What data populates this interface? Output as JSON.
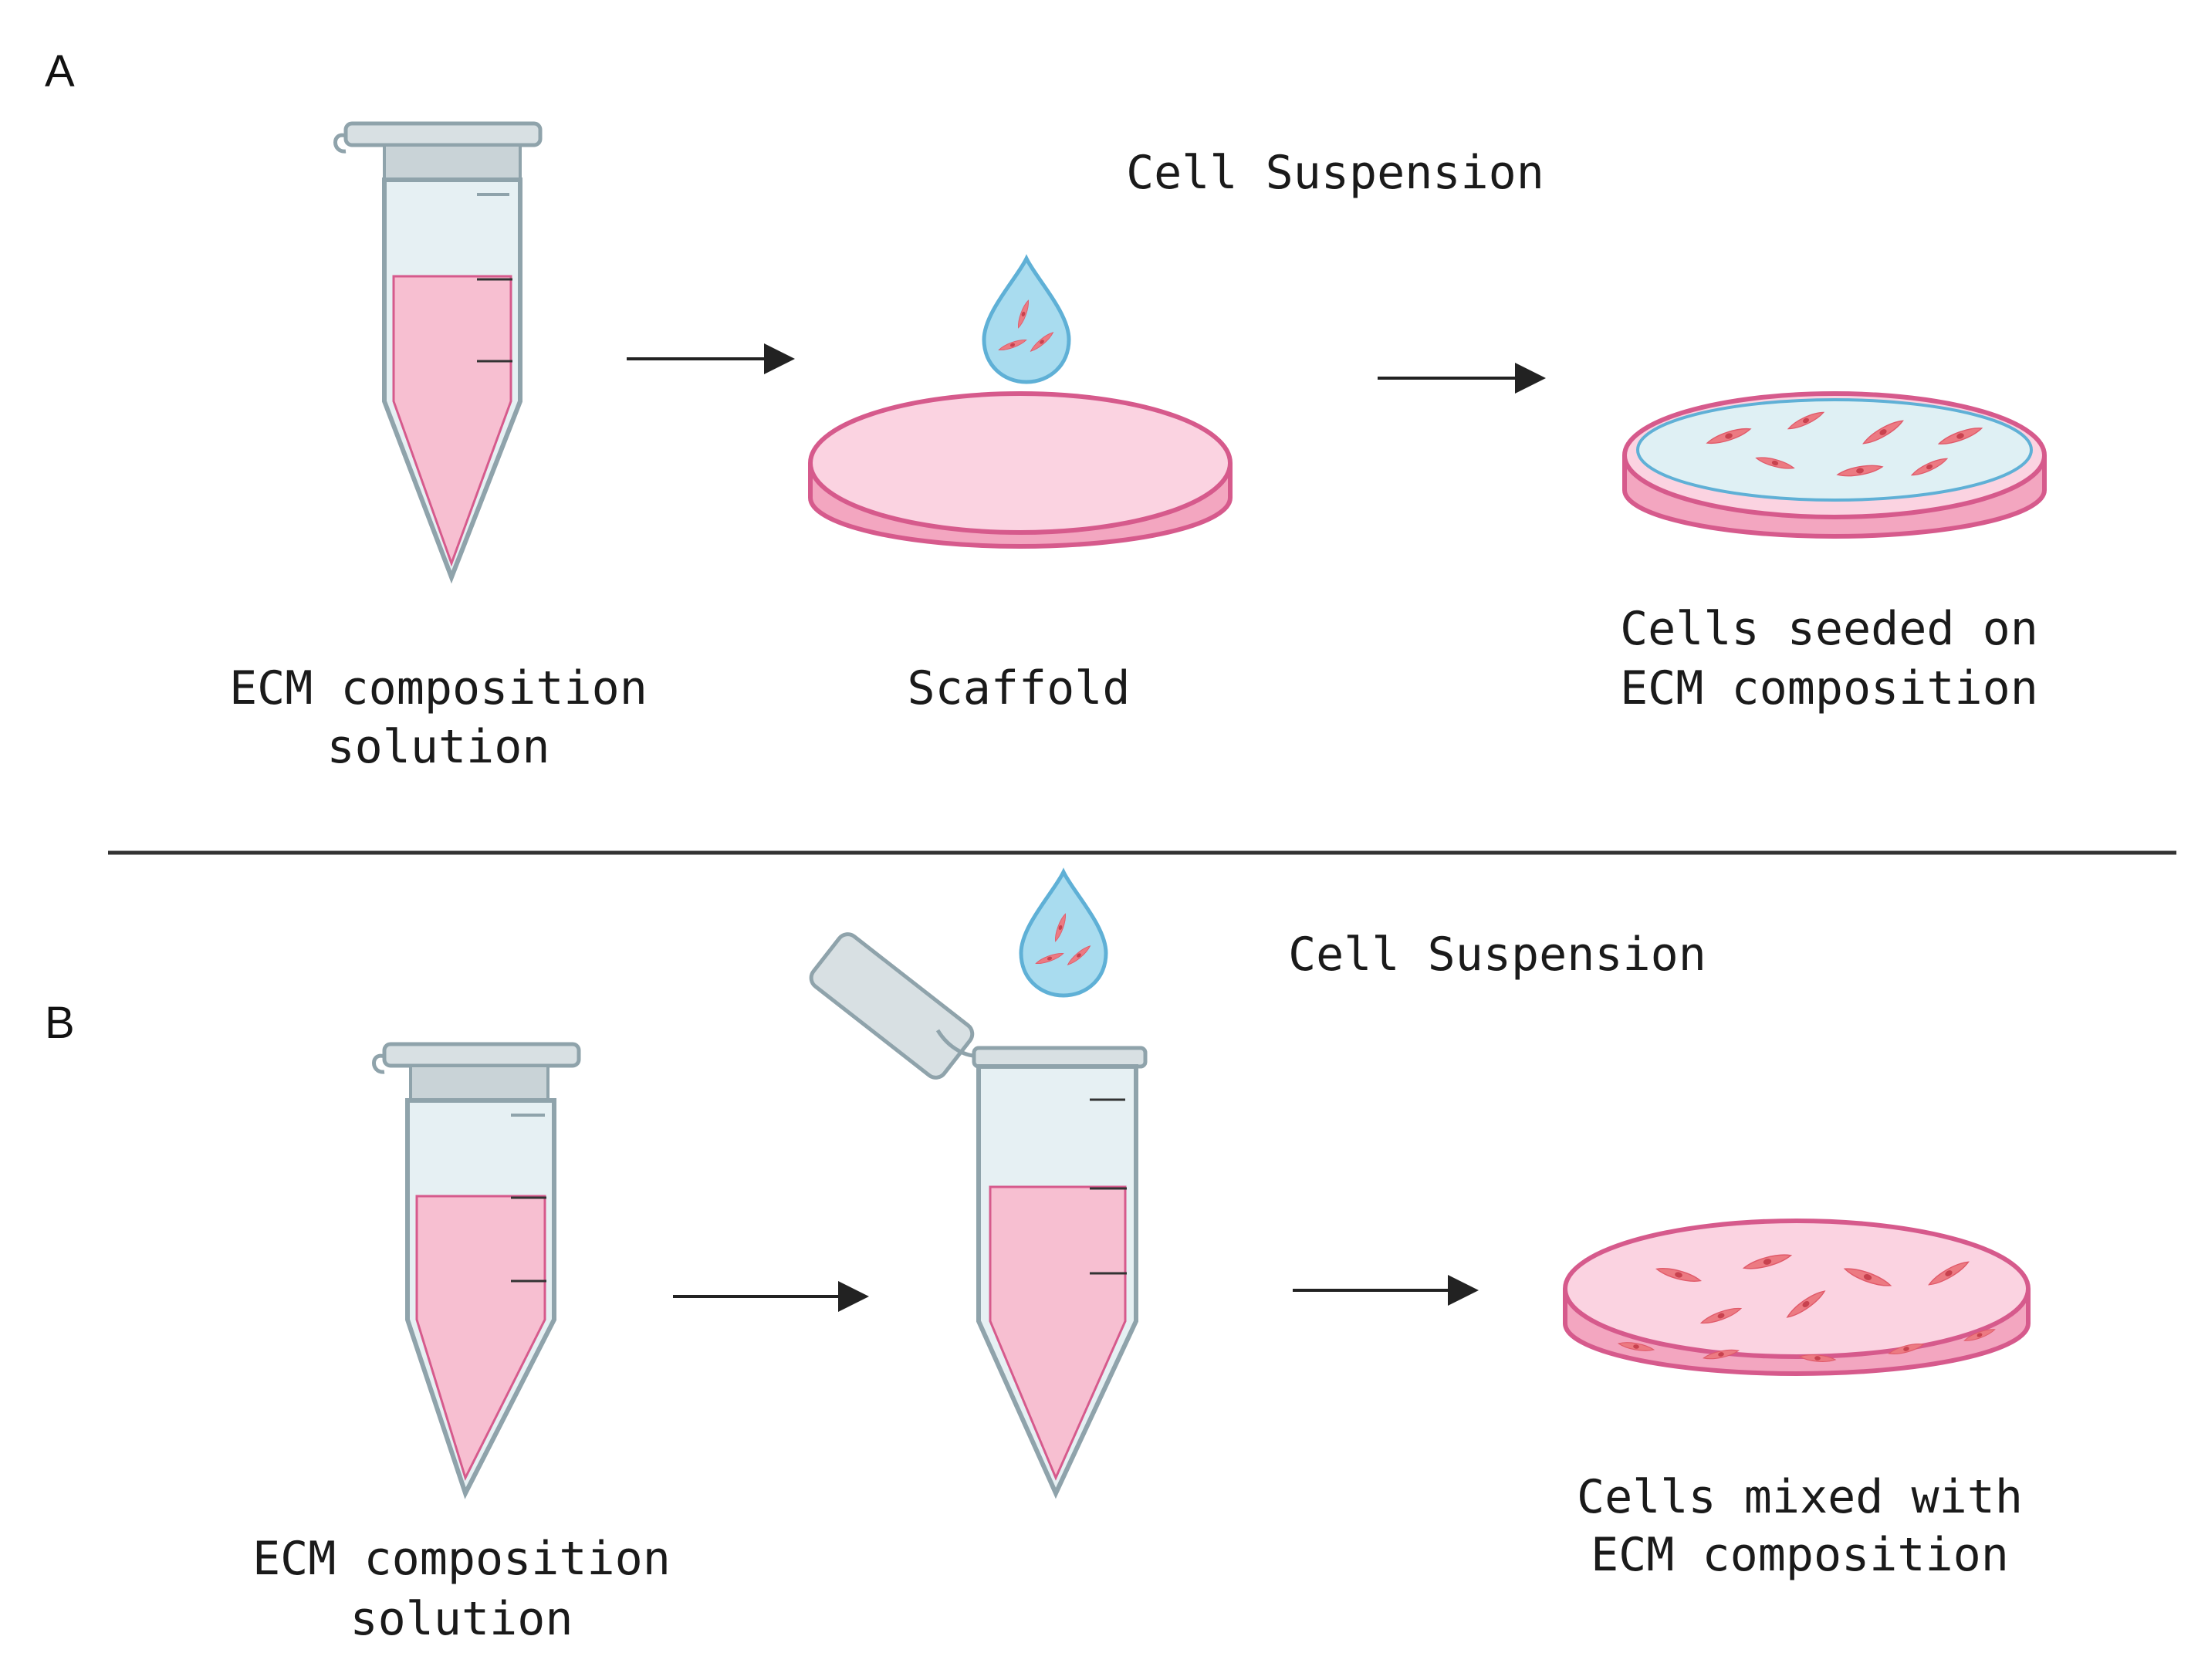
{
  "panels": {
    "a": {
      "letter": "A",
      "steps": {
        "tube_label": [
          "ECM composition",
          "solution"
        ],
        "drop_label": "Cell Suspension",
        "scaffold_label": "Scaffold",
        "result_label": [
          "Cells seeded on",
          "ECM composition"
        ]
      }
    },
    "b": {
      "letter": "B",
      "steps": {
        "tube_label": [
          "ECM composition",
          "solution"
        ],
        "drop_label": "Cell Suspension",
        "result_label": [
          "Cells mixed with",
          "ECM composition"
        ]
      }
    }
  },
  "colors": {
    "liquid_pink": "#f7bfd1",
    "liquid_deep": "#f3a6c0",
    "scaffold_top": "#fbd3e1",
    "scaffold_rim": "#d65a8c",
    "tube_glass": "#e6f0f3",
    "tube_outline": "#8fa3ab",
    "cap_gray": "#d8e0e3",
    "drop_blue": "#a9dcef",
    "drop_outline": "#5fb0d6",
    "cell_red": "#ec7a82",
    "arrow": "#222222",
    "divider": "#333333"
  }
}
